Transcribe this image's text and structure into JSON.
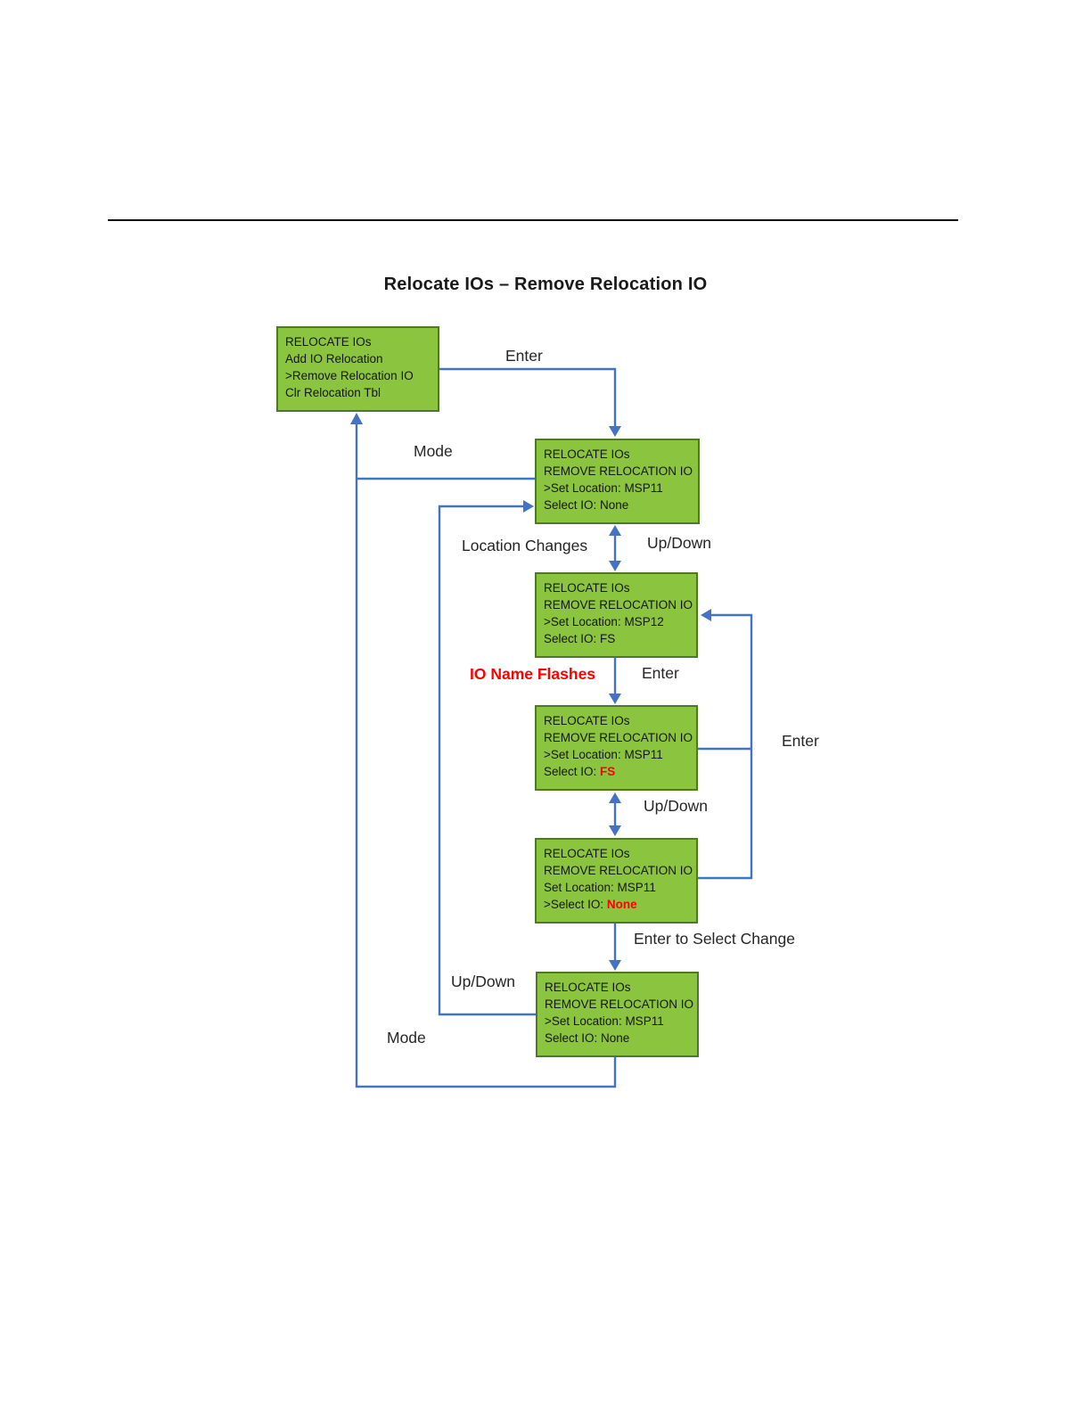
{
  "page": {
    "title": "Relocate IOs – Remove Relocation IO"
  },
  "colors": {
    "box_fill": "#8bc43f",
    "box_border": "#4e7a28",
    "connector_blue": "#4472c4",
    "highlight_red": "#ff0000",
    "rule_black": "#0a0a0a",
    "text_dark": "#161616"
  },
  "labels": {
    "enter_top": "Enter",
    "mode_top": "Mode",
    "location_changes": "Location Changes",
    "up_down_1": "Up/Down",
    "io_name_flashes": "IO Name Flashes",
    "enter_mid": "Enter",
    "enter_right": "Enter",
    "up_down_2": "Up/Down",
    "enter_select_change": "Enter to Select Change",
    "up_down_3": "Up/Down",
    "mode_bottom": "Mode"
  },
  "boxes": [
    {
      "name": "relocate-menu",
      "lines": [
        {
          "t": "RELOCATE IOs"
        },
        {
          "t": "Add IO Relocation"
        },
        {
          "t": ">Remove Relocation IO"
        },
        {
          "t": "Clr Relocation Tbl"
        }
      ]
    },
    {
      "name": "set-location-msp11-io-none",
      "lines": [
        {
          "t": "RELOCATE IOs"
        },
        {
          "t": "REMOVE RELOCATION IO"
        },
        {
          "t": ">Set Location: MSP11"
        },
        {
          "t": "Select IO: None"
        }
      ]
    },
    {
      "name": "set-location-msp12-io-fs",
      "lines": [
        {
          "t": "RELOCATE IOs"
        },
        {
          "t": "REMOVE RELOCATION IO"
        },
        {
          "t": ">Set Location: MSP12"
        },
        {
          "t": "Select IO: FS"
        }
      ]
    },
    {
      "name": "set-location-msp11-io-fs-flash",
      "lines": [
        {
          "t": "RELOCATE IOs"
        },
        {
          "t": "REMOVE RELOCATION IO"
        },
        {
          "t": ">Set Location: MSP11"
        },
        {
          "t": "Select IO: ",
          "hl": "FS"
        }
      ]
    },
    {
      "name": "select-io-none-flash",
      "lines": [
        {
          "t": "RELOCATE IOs"
        },
        {
          "t": "REMOVE RELOCATION IO"
        },
        {
          "t": "Set Location: MSP11"
        },
        {
          "t": ">Select IO: ",
          "hl": "None"
        }
      ]
    },
    {
      "name": "change-selected-msp11-none",
      "lines": [
        {
          "t": "RELOCATE IOs"
        },
        {
          "t": "REMOVE RELOCATION IO"
        },
        {
          "t": ">Set Location: MSP11"
        },
        {
          "t": "Select IO: None"
        }
      ]
    }
  ]
}
